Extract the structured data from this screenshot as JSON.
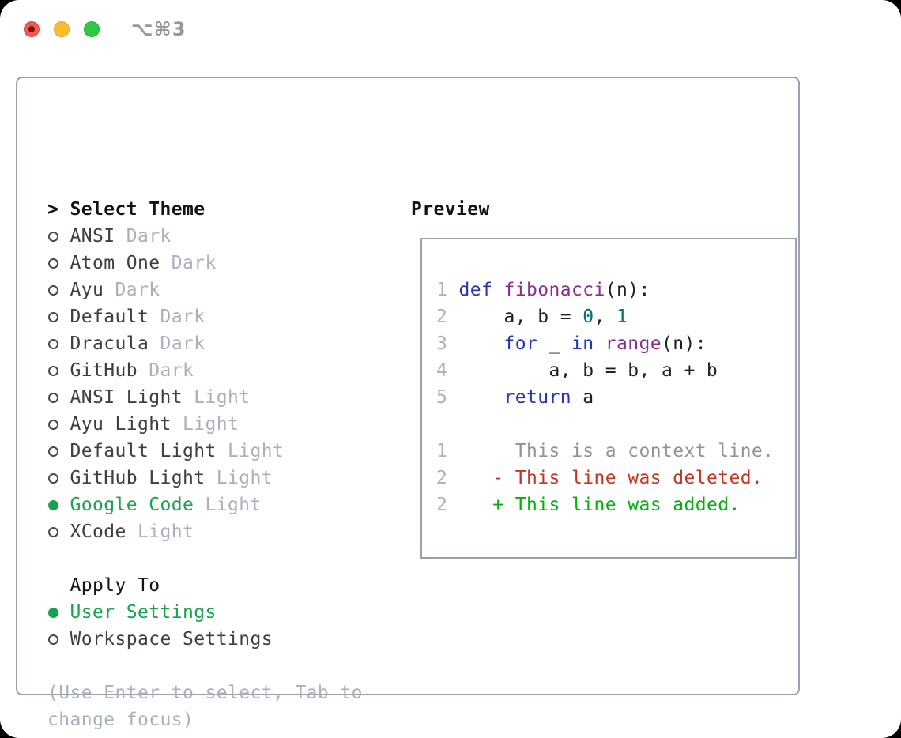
{
  "window": {
    "menu_shortcut": "⌥⌘3"
  },
  "colors": {
    "accent-green": "#17a34b",
    "panel-border": "#9aa3ad",
    "text-strong": "#101317",
    "text-item": "#3a4046",
    "text-muted": "#a9b1bd",
    "code-plain": "#1e2124",
    "code-keyword": "#2535b5",
    "code-function": "#8b2f8f",
    "code-literal": "#066e6e",
    "code-linenum": "#a9b1bd",
    "diff-context": "#8d949d",
    "diff-deleted": "#c43620",
    "diff-added": "#00b30a",
    "traffic-red": "#f25a51",
    "traffic-yellow": "#fdbc2e",
    "traffic-green": "#2ec940"
  },
  "theme_panel": {
    "prompt": ">",
    "title": "Select Theme",
    "themes": [
      {
        "name": "ANSI",
        "tag": "Dark",
        "selected": false
      },
      {
        "name": "Atom One",
        "tag": "Dark",
        "selected": false
      },
      {
        "name": "Ayu",
        "tag": "Dark",
        "selected": false
      },
      {
        "name": "Default",
        "tag": "Dark",
        "selected": false
      },
      {
        "name": "Dracula",
        "tag": "Dark",
        "selected": false
      },
      {
        "name": "GitHub",
        "tag": "Dark",
        "selected": false
      },
      {
        "name": "ANSI Light",
        "tag": "Light",
        "selected": false
      },
      {
        "name": "Ayu Light",
        "tag": "Light",
        "selected": false
      },
      {
        "name": "Default Light",
        "tag": "Light",
        "selected": false
      },
      {
        "name": "GitHub Light",
        "tag": "Light",
        "selected": false
      },
      {
        "name": "Google Code",
        "tag": "Light",
        "selected": true
      },
      {
        "name": "XCode",
        "tag": "Light",
        "selected": false
      }
    ],
    "apply_to": {
      "title": "Apply To",
      "options": [
        {
          "label": "User Settings",
          "selected": true
        },
        {
          "label": "Workspace Settings",
          "selected": false
        }
      ]
    },
    "hint_lines": [
      "(Use Enter to select, Tab to",
      "change focus)"
    ]
  },
  "preview": {
    "title": "Preview",
    "code_lines": [
      {
        "segments": [
          {
            "t": "1",
            "c": "num"
          },
          {
            "t": " ",
            "c": "pl"
          },
          {
            "t": "def",
            "c": "kw"
          },
          {
            "t": " ",
            "c": "pl"
          },
          {
            "t": "fibonacci",
            "c": "fn"
          },
          {
            "t": "(n):",
            "c": "pl"
          }
        ]
      },
      {
        "segments": [
          {
            "t": "2",
            "c": "num"
          },
          {
            "t": "     a, b = ",
            "c": "pl"
          },
          {
            "t": "0",
            "c": "lit"
          },
          {
            "t": ", ",
            "c": "pl"
          },
          {
            "t": "1",
            "c": "lit"
          }
        ]
      },
      {
        "segments": [
          {
            "t": "3",
            "c": "num"
          },
          {
            "t": "     ",
            "c": "pl"
          },
          {
            "t": "for",
            "c": "kw"
          },
          {
            "t": " _ ",
            "c": "pl"
          },
          {
            "t": "in",
            "c": "kw"
          },
          {
            "t": " ",
            "c": "pl"
          },
          {
            "t": "range",
            "c": "fn"
          },
          {
            "t": "(n):",
            "c": "pl"
          }
        ]
      },
      {
        "segments": [
          {
            "t": "4",
            "c": "num"
          },
          {
            "t": "         a, b = b, a + b",
            "c": "pl"
          }
        ]
      },
      {
        "segments": [
          {
            "t": "5",
            "c": "num"
          },
          {
            "t": "     ",
            "c": "pl"
          },
          {
            "t": "return",
            "c": "kw"
          },
          {
            "t": " a",
            "c": "pl"
          }
        ]
      },
      {
        "segments": []
      },
      {
        "segments": [
          {
            "t": "1",
            "c": "num"
          },
          {
            "t": "      ",
            "c": "pl"
          },
          {
            "t": "This is a context line.",
            "c": "ctx"
          }
        ]
      },
      {
        "segments": [
          {
            "t": "2",
            "c": "num"
          },
          {
            "t": "    ",
            "c": "pl"
          },
          {
            "t": "- This line was deleted.",
            "c": "del"
          }
        ]
      },
      {
        "segments": [
          {
            "t": "2",
            "c": "num"
          },
          {
            "t": "    ",
            "c": "pl"
          },
          {
            "t": "+ This line was added.",
            "c": "add"
          }
        ]
      }
    ]
  }
}
